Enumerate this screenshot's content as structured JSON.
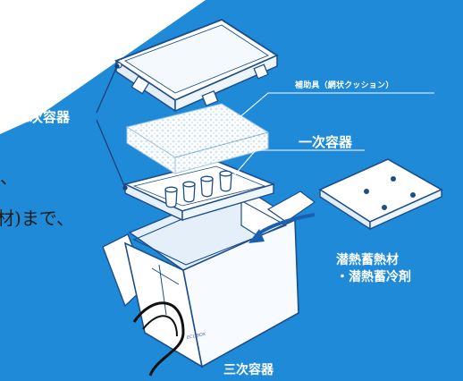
{
  "labels": {
    "secondary_container": "二次容器",
    "cushion": "補助具（網状クッション）",
    "primary_container": "一次容器",
    "latent_heat_line1": "潜熱蓄熱材",
    "latent_heat_line2": "・潜熱蓄冷剤",
    "tertiary_container": "三次容器"
  },
  "background_text": {
    "fragment_1": "、",
    "fragment_2": "材)まで、"
  },
  "box_brand": "ECOBOX",
  "colors": {
    "background_blue": "#1e8ad8",
    "background_white": "#ffffff",
    "line_art": "#ffffff",
    "outline": "#1d4e8c",
    "arrow": "#1b5fb0",
    "label_text": "#ffffff",
    "body_text": "#1c1c1c"
  }
}
